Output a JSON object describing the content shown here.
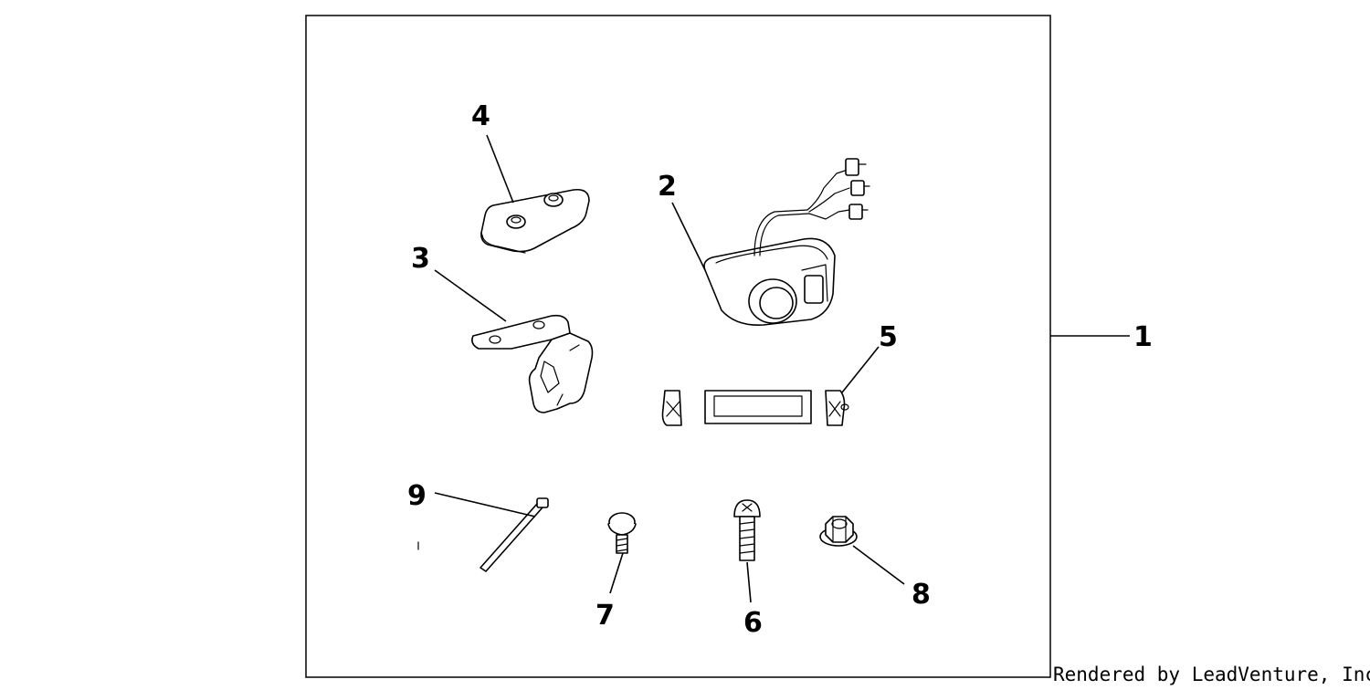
{
  "diagram": {
    "callouts": {
      "c1": "1",
      "c2": "2",
      "c3": "3",
      "c4": "4",
      "c5": "5",
      "c6": "6",
      "c7": "7",
      "c8": "8",
      "c9": "9"
    },
    "credit": "Rendered by LeadVenture, Inc.",
    "colors": {
      "line": "#000000",
      "background": "#ffffff"
    }
  }
}
